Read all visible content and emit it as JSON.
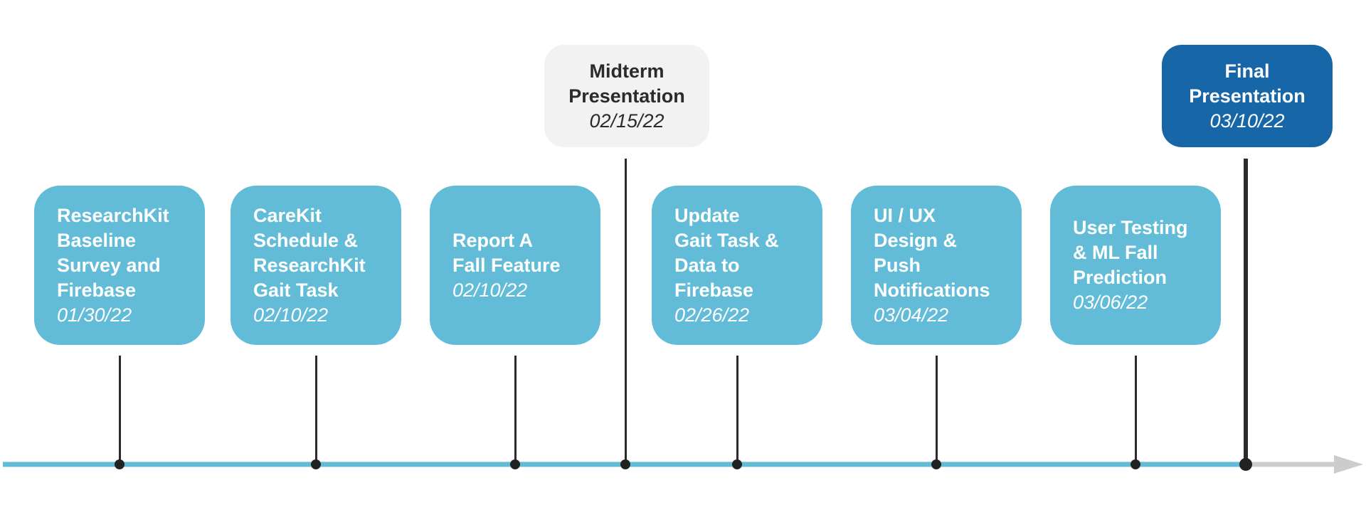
{
  "timeline": {
    "line_color": "#62bcd7",
    "arrow_color": "#cccccc",
    "tasks": [
      {
        "title_lines": [
          "ResearchKit",
          "Baseline",
          "Survey and",
          "Firebase"
        ],
        "date": "01/30/22"
      },
      {
        "title_lines": [
          "CareKit",
          "Schedule &",
          "ResearchKit",
          "Gait Task"
        ],
        "date": "02/10/22"
      },
      {
        "title_lines": [
          "Report A",
          "Fall Feature"
        ],
        "date": "02/10/22"
      },
      {
        "title_lines": [
          "Update",
          "Gait Task &",
          "Data to",
          "Firebase"
        ],
        "date": "02/26/22"
      },
      {
        "title_lines": [
          "UI / UX",
          "Design &",
          "Push",
          "Notifications"
        ],
        "date": "03/04/22"
      },
      {
        "title_lines": [
          "User Testing",
          "& ML Fall",
          "Prediction"
        ],
        "date": "03/06/22"
      }
    ],
    "milestones": [
      {
        "title_lines": [
          "Midterm",
          "Presentation"
        ],
        "date": "02/15/22",
        "style": "grey",
        "color": "#f2f2f2"
      },
      {
        "title_lines": [
          "Final",
          "Presentation"
        ],
        "date": "03/10/22",
        "style": "blue",
        "color": "#1767a8"
      }
    ]
  }
}
